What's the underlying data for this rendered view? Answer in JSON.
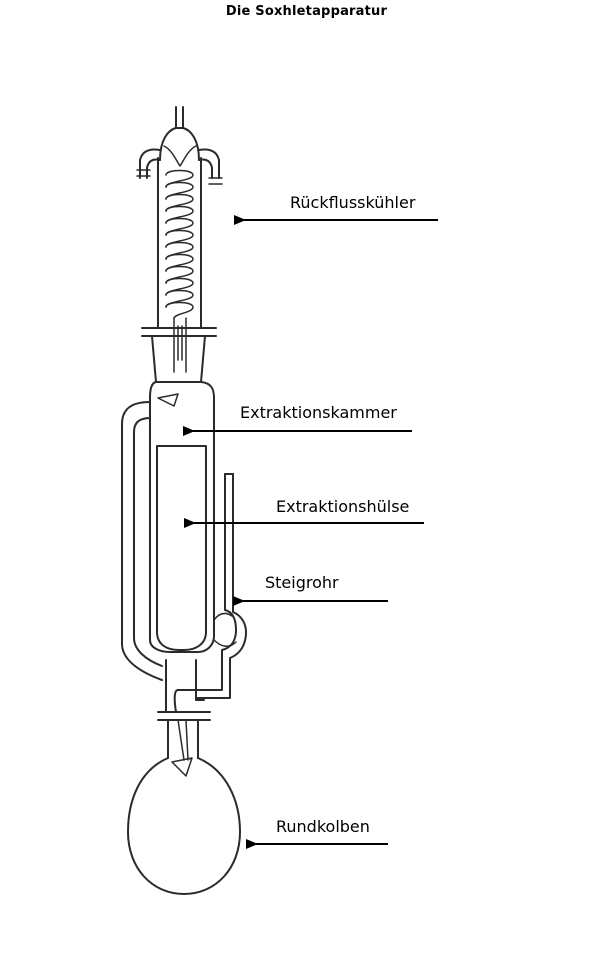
{
  "title": "Die Soxhletapparatur",
  "labels": {
    "condenser": "Rückflusskühler",
    "chamber": "Extraktionskammer",
    "thimble": "Extraktionshülse",
    "siphon": "Steigrohr",
    "flask": "Rundkolben"
  },
  "colors": {
    "background": "#ffffff",
    "drawing_stroke": "#2b2b2b",
    "text": "#000000"
  }
}
